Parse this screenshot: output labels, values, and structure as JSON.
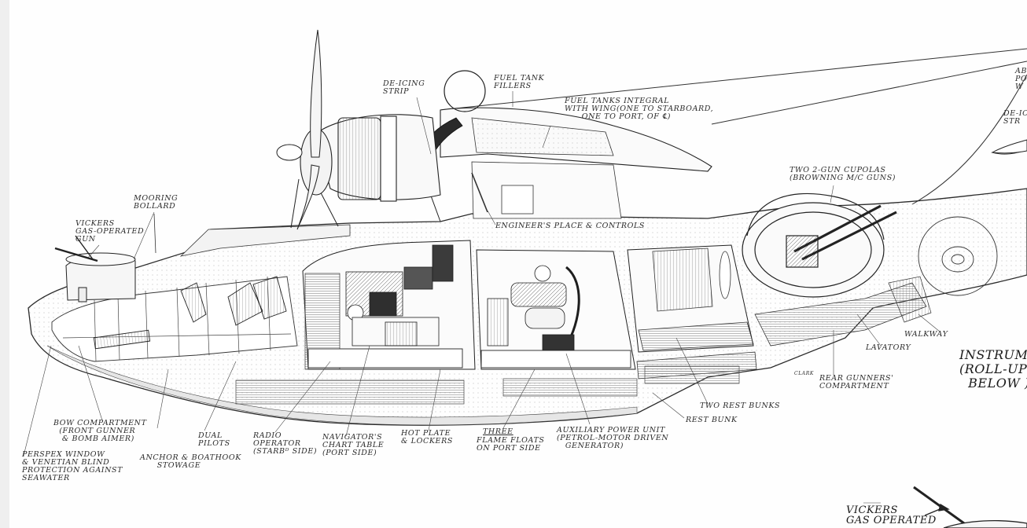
{
  "labels": {
    "de_icing_strip": "DE-ICING\nSTRIP",
    "fuel_tank_fillers": "FUEL TANK\nFILLERS",
    "fuel_tanks_integral": "FUEL TANKS INTEGRAL\nWITH WING(ONE TO STARBOARD,\n      ONE TO PORT, OF ℄)",
    "ab_partial": "AB\nPO\nW",
    "de_ic_partial": "DE-IC\nSTR",
    "two_gun_cupolas": "TWO 2-GUN CUPOLAS\n(BROWNING M/C GUNS)",
    "engineers_place": "ENGINEER'S PLACE & CONTROLS",
    "mooring_bollard": "MOORING\nBOLLARD",
    "vickers_gun": "VICKERS\nGAS-OPERATED\nGUN",
    "walkway": "WALKWAY",
    "lavatory": "LAVATORY",
    "instrument_partial": "INSTRUME\n(ROLL-UP C\n  BELOW )",
    "rear_gunners": "REAR GUNNERS'\nCOMPARTMENT",
    "two_rest_bunks": "TWO REST BUNKS",
    "rest_bunk": "REST BUNK",
    "bow_compartment": "BOW COMPARTMENT\n  (FRONT GUNNER\n   & BOMB AIMER)",
    "perspex_window": "PERSPEX WINDOW\n& VENETIAN BLIND\nPROTECTION AGAINST\nSEAWATER",
    "anchor_boathook": "ANCHOR & BOATHOOK\n      STOWAGE",
    "dual_pilots": "DUAL\nPILOTS",
    "radio_operator": "RADIO\nOPERATOR\n(STARBᴰ SIDE)",
    "navigators_table": "NAVIGATOR'S\nCHART TABLE\n(PORT SIDE)",
    "hot_plate": "HOT PLATE\n& LOCKERS",
    "three_flame_floats_head": "THREE",
    "three_flame_floats": "FLAME FLOATS\nON PORT SIDE",
    "aux_power": "AUXILIARY POWER UNIT\n(PETROL-MOTOR DRIVEN\n   GENERATOR)",
    "vickers_bottom": "VICKERS\nGAS OPERATED",
    "artist_signature": "CLARK"
  },
  "colors": {
    "ink": "#2a2a2a",
    "paper": "#fefefe",
    "hatch": "#7a7a7a"
  }
}
